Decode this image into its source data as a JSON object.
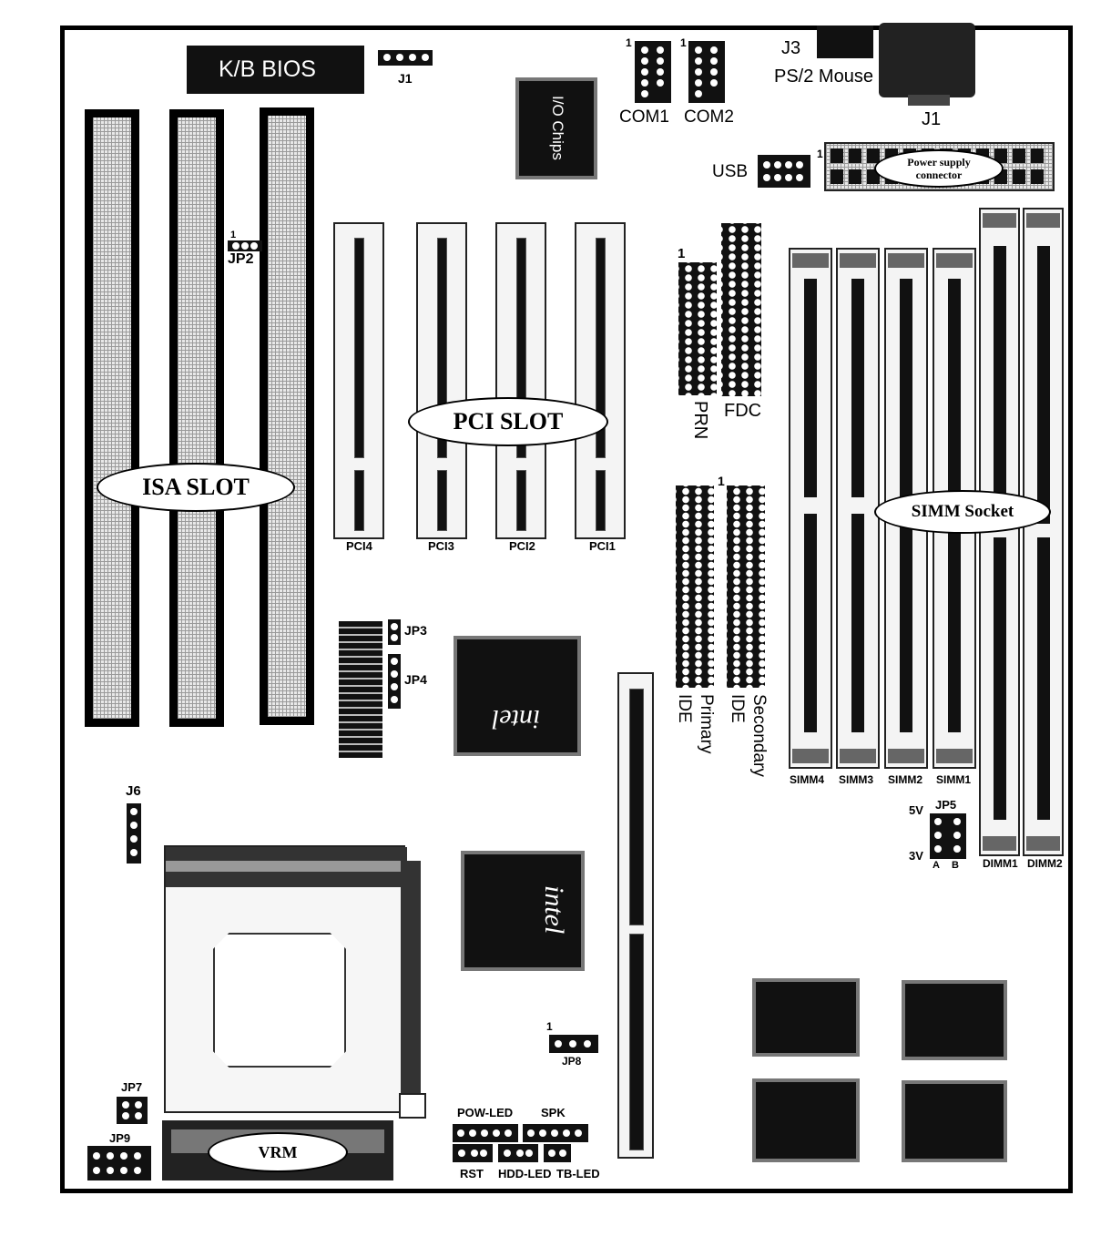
{
  "labels": {
    "kb_bios": "K/B BIOS",
    "j1_top": "J1",
    "io_chips": "I/O Chips",
    "com1": "COM1",
    "com2": "COM2",
    "com1_pin": "1",
    "com2_pin": "1",
    "j3": "J3",
    "ps2_mouse": "PS/2 Mouse",
    "j1_mouse": "J1",
    "usb": "USB",
    "usb_pin": "1",
    "power_supply": "Power supply",
    "connector": "connector",
    "jp2": "JP2",
    "jp2_pin": "1",
    "isa_slot": "ISA SLOT",
    "pci_slot": "PCI SLOT",
    "pci4": "PCI4",
    "pci3": "PCI3",
    "pci2": "PCI2",
    "pci1": "PCI1",
    "prn": "PRN",
    "prn_pin": "1",
    "fdc": "FDC",
    "ide_primary_a": "IDE",
    "ide_primary_b": "Primary",
    "ide_secondary_a": "IDE",
    "ide_secondary_b": "Secondary",
    "ide_pin": "1",
    "simm_socket": "SIMM Socket",
    "simm4": "SIMM4",
    "simm3": "SIMM3",
    "simm2": "SIMM2",
    "simm1": "SIMM1",
    "dimm1": "DIMM1",
    "dimm2": "DIMM2",
    "jp5": "JP5",
    "v5": "5V",
    "v3": "3V",
    "jp5_a": "A",
    "jp5_b": "B",
    "jp3": "JP3",
    "jp4": "JP4",
    "intel1": "intel",
    "intel2": "intel",
    "j6": "J6",
    "jp7": "JP7",
    "jp9": "JP9",
    "vrm": "VRM",
    "jp8": "JP8",
    "jp8_pin": "1",
    "pow_led": "POW-LED",
    "spk": "SPK",
    "rst": "RST",
    "hdd_led": "HDD-LED",
    "tb_led": "TB-LED"
  }
}
